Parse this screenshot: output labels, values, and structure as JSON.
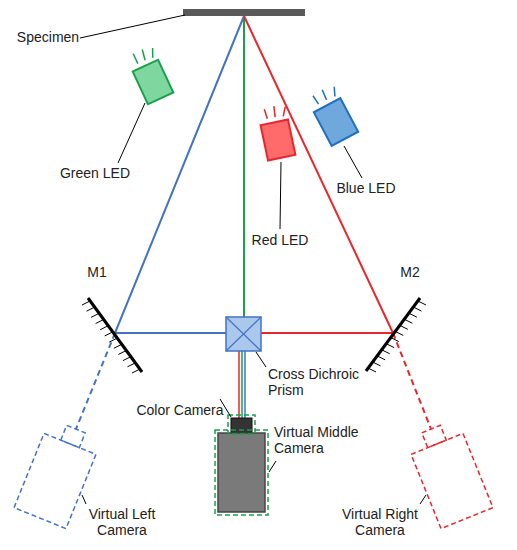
{
  "diagram": {
    "labels": [
      "Specimen",
      "Green LED",
      "Red LED",
      "Blue LED",
      "M1",
      "M2",
      "Cross Dichroic Prism",
      "Color Camera",
      "Virtual Middle Camera",
      "Virtual Left Camera",
      "Virtual Right Camera"
    ]
  }
}
